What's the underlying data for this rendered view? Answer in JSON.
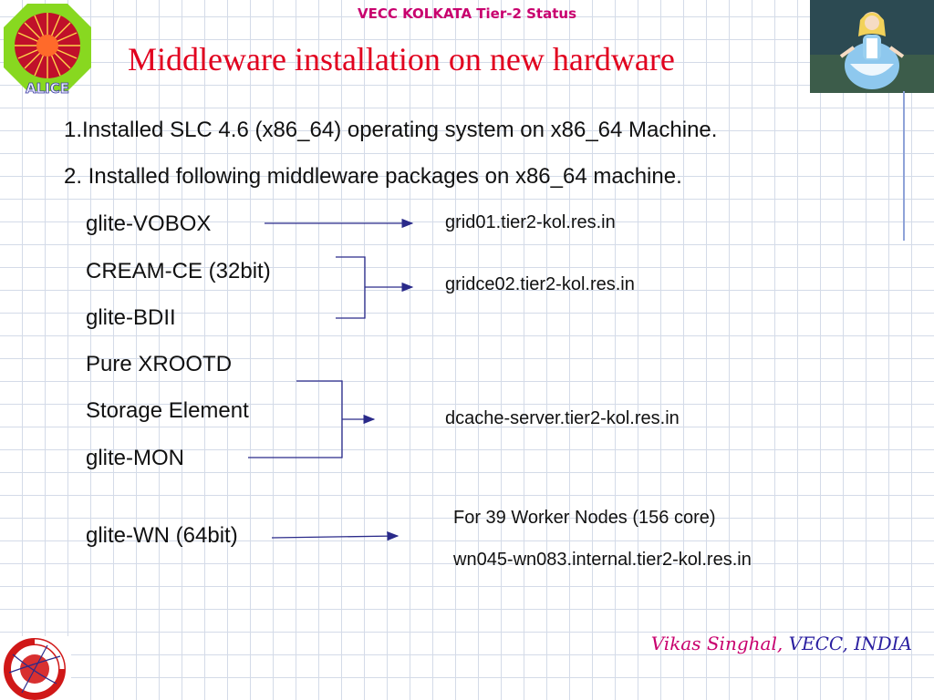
{
  "header": {
    "text": "VECC KOLKATA Tier-2 Status"
  },
  "title": "Middleware installation on new hardware",
  "logo_left": {
    "text": "ALICE"
  },
  "items": {
    "line1": "1.Installed SLC 4.6 (x86_64) operating system on x86_64 Machine.",
    "line2": "2. Installed following middleware packages on x86_64 machine.",
    "packages": [
      "glite-VOBOX",
      "CREAM-CE (32bit)",
      "glite-BDII",
      "Pure XROOTD",
      "Storage Element",
      "glite-MON",
      "glite-WN (64bit)"
    ]
  },
  "hosts": {
    "vobox": "grid01.tier2-kol.res.in",
    "ce": "gridce02.tier2-kol.res.in",
    "storage": "dcache-server.tier2-kol.res.in",
    "wn_desc": "For 39 Worker Nodes (156 core)",
    "wn_range": "wn045-wn083.internal.tier2-kol.res.in"
  },
  "footer": {
    "author": "Vikas Singhal",
    "separator": ", ",
    "org": "VECC, INDIA"
  },
  "colors": {
    "header": "#c8006e",
    "title": "#e1001e",
    "arrow": "#2a2a8a",
    "footer_org": "#2a1fa0"
  }
}
